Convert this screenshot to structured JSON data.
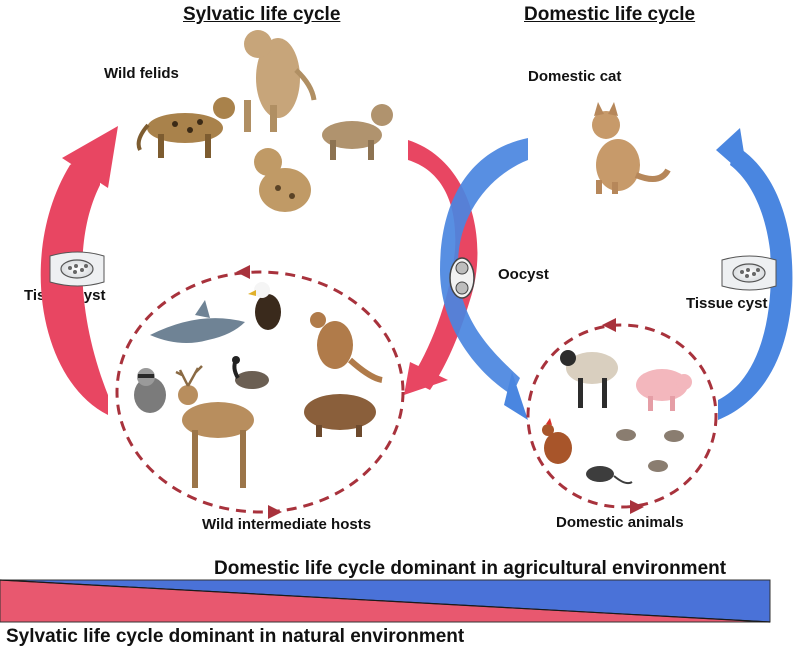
{
  "titles": {
    "sylvatic": "Sylvatic life cycle",
    "domestic": "Domestic life cycle"
  },
  "labels": {
    "wild_felids": "Wild felids",
    "domestic_cat": "Domestic cat",
    "tissue_cyst_left": "Tissue cyst",
    "tissue_cyst_right": "Tissue cyst",
    "oocyst": "Oocyst",
    "wild_hosts": "Wild intermediate hosts",
    "domestic_animals": "Domestic animals"
  },
  "footer": {
    "domestic_text": "Domestic life cycle dominant in agricultural environment",
    "sylvatic_text": "Sylvatic life cycle dominant in natural environment"
  },
  "colors": {
    "sylvatic_red": "#e84662",
    "domestic_blue": "#4a86e0",
    "circle_dash": "#a8323c",
    "cyst_gray": "#9aa0a6"
  },
  "icons": {
    "wild_felids": [
      "ocelot-icon",
      "puma-icon",
      "lynx-icon",
      "bobcat-icon"
    ],
    "domestic_cat": "domestic-cat-icon",
    "wild_hosts": [
      "dolphin-icon",
      "eagle-icon",
      "kangaroo-icon",
      "raccoon-icon",
      "goose-icon",
      "deer-icon",
      "capybara-icon"
    ],
    "domestic_animals": [
      "sheep-icon",
      "pig-icon",
      "chicken-icon",
      "mouse-icon",
      "rat-icon"
    ]
  }
}
